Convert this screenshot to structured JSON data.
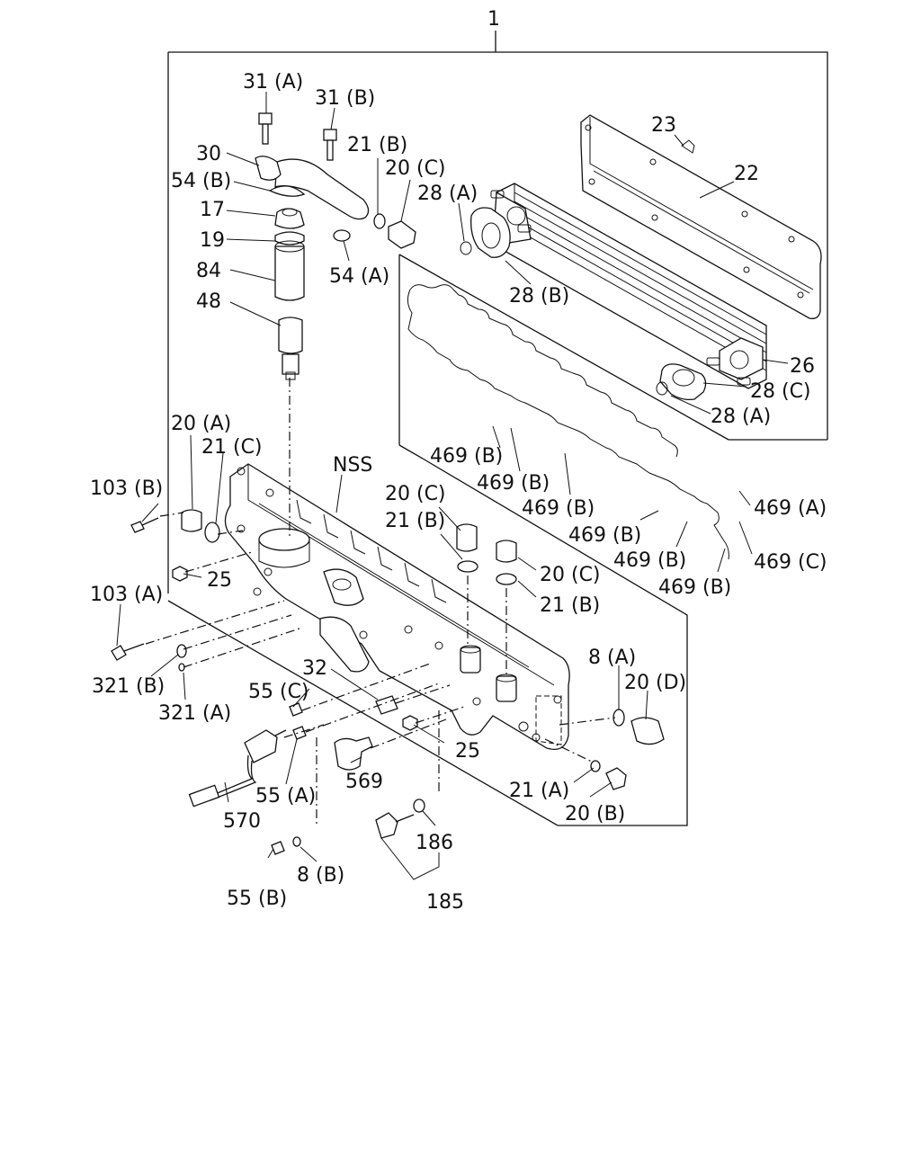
{
  "labels": {
    "l1": "1",
    "l31a": "31 (A)",
    "l31b": "31 (B)",
    "l30": "30",
    "l21b_top": "21 (B)",
    "l20c_top": "20 (C)",
    "l54b": "54 (B)",
    "l17": "17",
    "l19": "19",
    "l84": "84",
    "l48": "48",
    "l54a": "54 (A)",
    "l23": "23",
    "l22": "22",
    "l28a_top": "28 (A)",
    "l28b": "28 (B)",
    "l26": "26",
    "l28c": "28 (C)",
    "l28a_bot": "28 (A)",
    "l20a": "20 (A)",
    "l21c": "21 (C)",
    "lnss": "NSS",
    "l103b": "103 (B)",
    "l469b_1": "469 (B)",
    "l469b_2": "469 (B)",
    "l469b_3": "469 (B)",
    "l469b_4": "469 (B)",
    "l469b_5": "469 (B)",
    "l469b_6": "469 (B)",
    "l469a": "469 (A)",
    "l469c": "469 (C)",
    "l20c_mid": "20 (C)",
    "l21b_mid": "21 (B)",
    "l20c_mid2": "20 (C)",
    "l21b_mid2": "21 (B)",
    "l25_top": "25",
    "l103a": "103 (A)",
    "l321b": "321 (B)",
    "l321a": "321 (A)",
    "l32": "32",
    "l55c": "55 (C)",
    "l8a": "8 (A)",
    "l20d": "20 (D)",
    "l25_bot": "25",
    "l569": "569",
    "l55a": "55 (A)",
    "l570": "570",
    "l21a": "21 (A)",
    "l20b": "20 (B)",
    "l186": "186",
    "l185": "185",
    "l55b": "55 (B)",
    "l8b": "8 (B)"
  }
}
